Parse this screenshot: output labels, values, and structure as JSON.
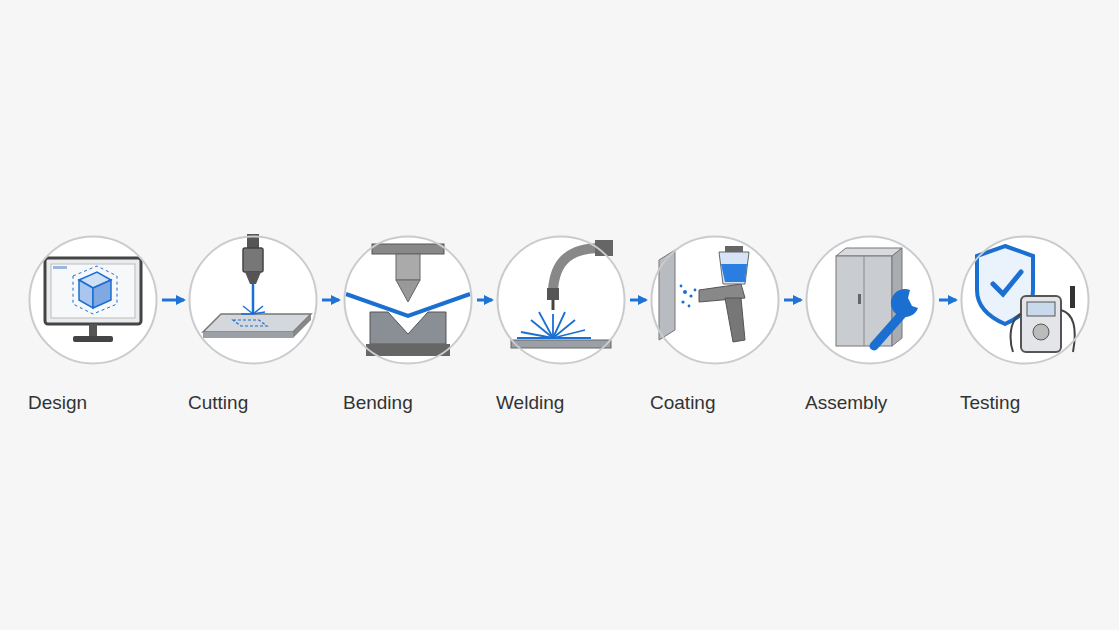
{
  "diagram": {
    "nodes": [
      {
        "text": [
          "Design"
        ]
      },
      {
        "text": [
          "Cutting"
        ]
      },
      {
        "text": [
          "Bending"
        ]
      },
      {
        "text": [
          "Welding"
        ]
      },
      {
        "text": [
          "Coating"
        ]
      },
      {
        "text": [
          "Assembly"
        ]
      },
      {
        "text": [
          "Testing"
        ]
      }
    ],
    "edges": [
      {
        "from": 0,
        "to": 1,
        "arrow": "to"
      },
      {
        "from": 1,
        "to": 2,
        "arrow": "to"
      },
      {
        "from": 2,
        "to": 3,
        "arrow": "to"
      },
      {
        "from": 3,
        "to": 4,
        "arrow": "to"
      },
      {
        "from": 4,
        "to": 5,
        "arrow": "to"
      },
      {
        "from": 5,
        "to": 6,
        "arrow": "to"
      }
    ]
  }
}
